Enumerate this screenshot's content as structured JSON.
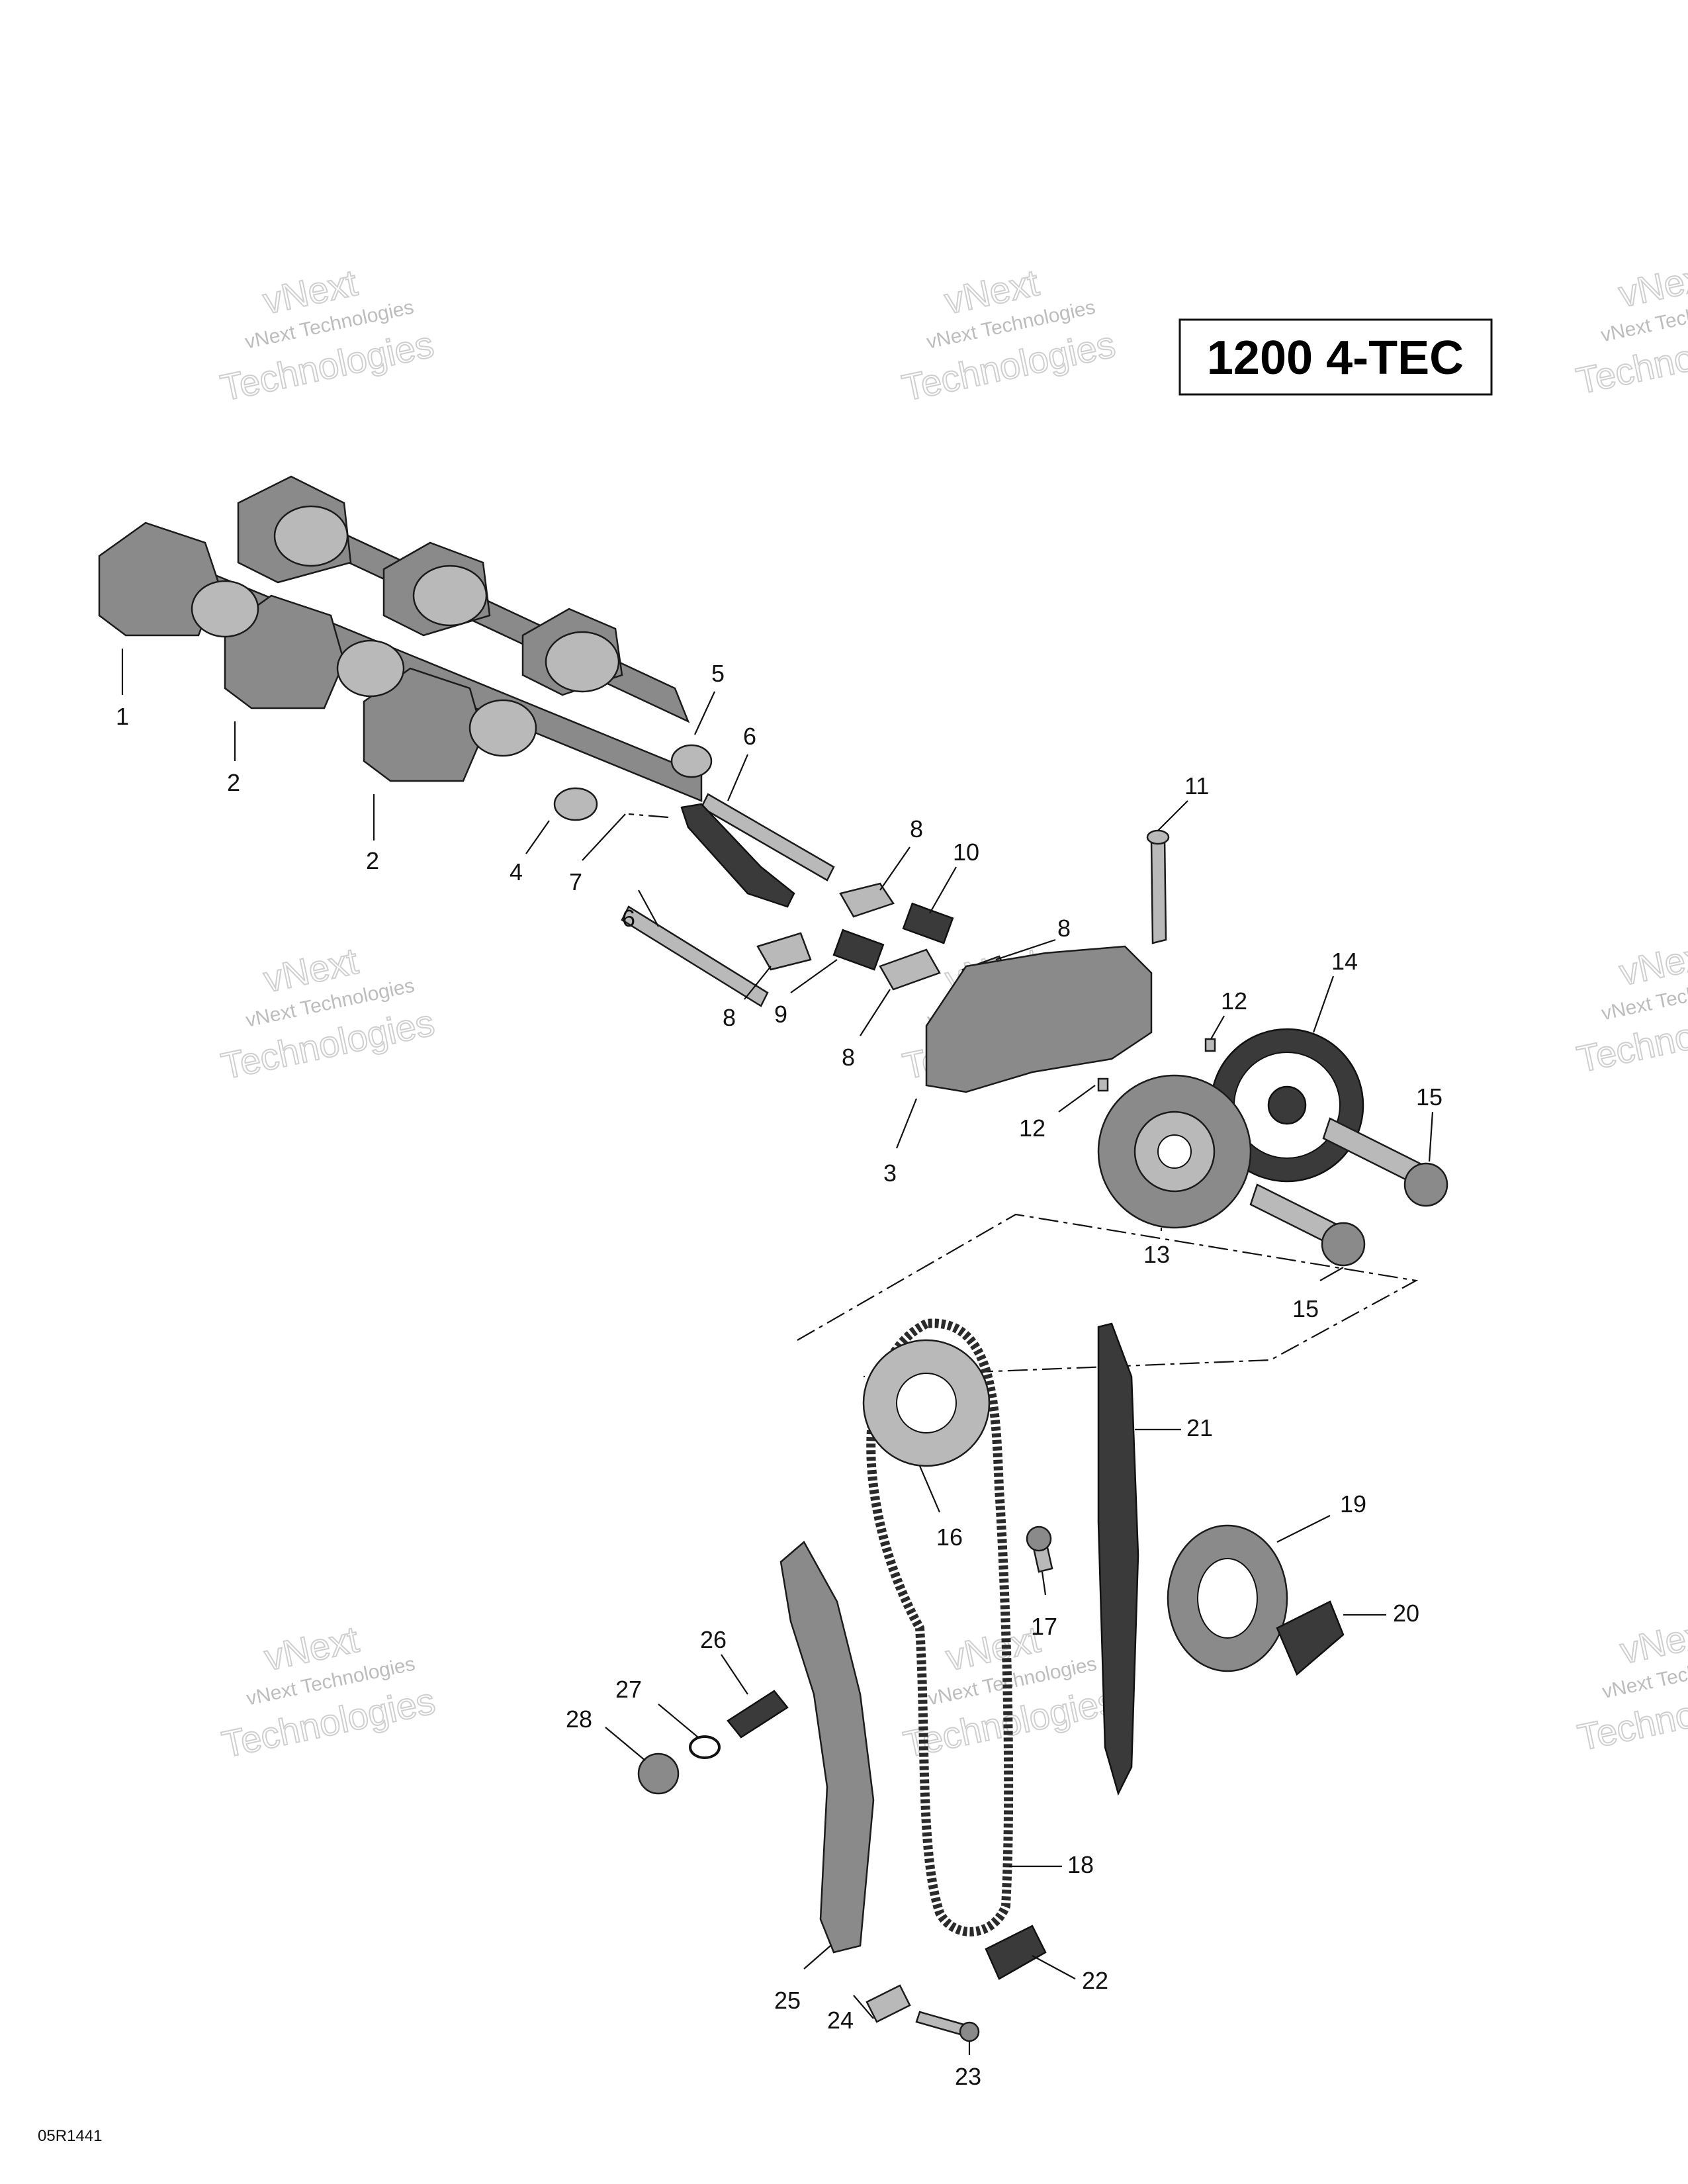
{
  "title": "1200 4-TEC",
  "ref_code": "05R1441",
  "watermark": {
    "line1": "vNext",
    "line2": "vNext Technologies",
    "line3": "Technologies"
  },
  "callouts": [
    "1",
    "2",
    "2",
    "3",
    "4",
    "5",
    "6",
    "6",
    "7",
    "8",
    "8",
    "8",
    "8",
    "9",
    "10",
    "11",
    "12",
    "12",
    "13",
    "14",
    "15",
    "15",
    "16",
    "17",
    "18",
    "19",
    "20",
    "21",
    "22",
    "23",
    "24",
    "25",
    "26",
    "27",
    "28"
  ]
}
